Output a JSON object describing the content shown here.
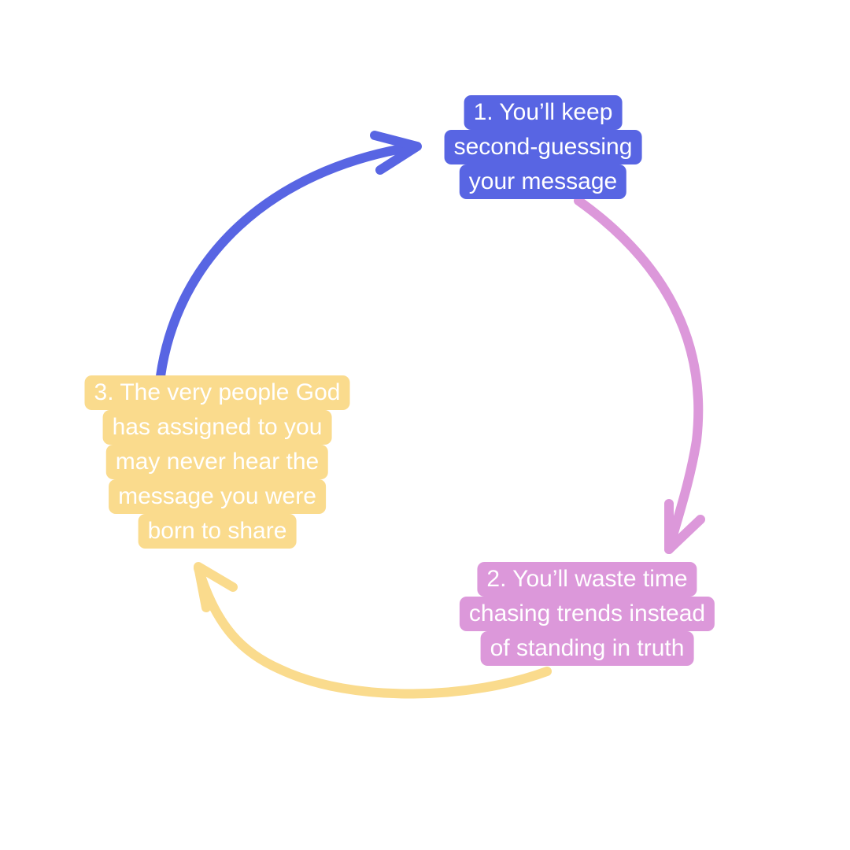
{
  "colors": {
    "step1": "#5865E3",
    "step2": "#DC98DA",
    "step3": "#FADB8D"
  },
  "steps": [
    {
      "lines": [
        "1. You’ll keep",
        "second-guessing",
        "your message"
      ]
    },
    {
      "lines": [
        "2. You’ll waste time",
        "chasing trends instead",
        "of standing in truth"
      ]
    },
    {
      "lines": [
        "3. The very people God",
        "has assigned to you",
        "may never hear the",
        "message you were",
        "born to share"
      ]
    }
  ]
}
